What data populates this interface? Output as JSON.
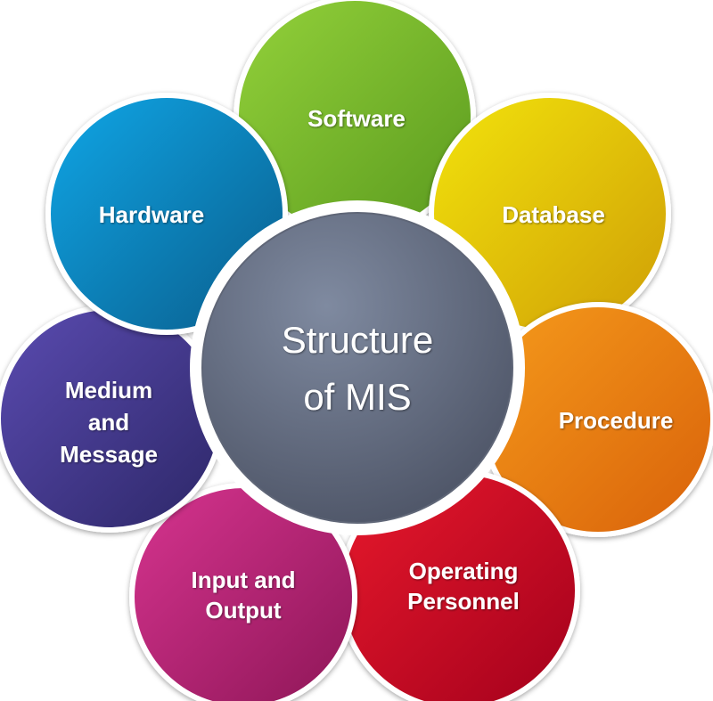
{
  "center": {
    "line1": "Structure",
    "line2": "of MIS",
    "color_top": "#7f8aa0",
    "color_bottom": "#4e5567"
  },
  "petals": [
    {
      "id": "software",
      "lines": [
        "Software"
      ],
      "color_light": "#93d13a",
      "color_dark": "#5a9a1e"
    },
    {
      "id": "database",
      "lines": [
        "Database"
      ],
      "color_light": "#f2e30c",
      "color_dark": "#cf9e06"
    },
    {
      "id": "procedure",
      "lines": [
        "Procedure"
      ],
      "color_light": "#f59a1b",
      "color_dark": "#d9620a"
    },
    {
      "id": "operating-personnel",
      "lines": [
        "Operating",
        "Personnel"
      ],
      "color_light": "#e8192c",
      "color_dark": "#a3001c"
    },
    {
      "id": "input-and-output",
      "lines": [
        "Input and",
        "Output"
      ],
      "color_light": "#d6348f",
      "color_dark": "#8e1657"
    },
    {
      "id": "medium-and-message",
      "lines": [
        "Medium",
        "and",
        "Message"
      ],
      "color_light": "#5a4bb0",
      "color_dark": "#2d2768"
    },
    {
      "id": "hardware",
      "lines": [
        "Hardware"
      ],
      "color_light": "#0fa6e6",
      "color_dark": "#0a5d8c"
    }
  ]
}
